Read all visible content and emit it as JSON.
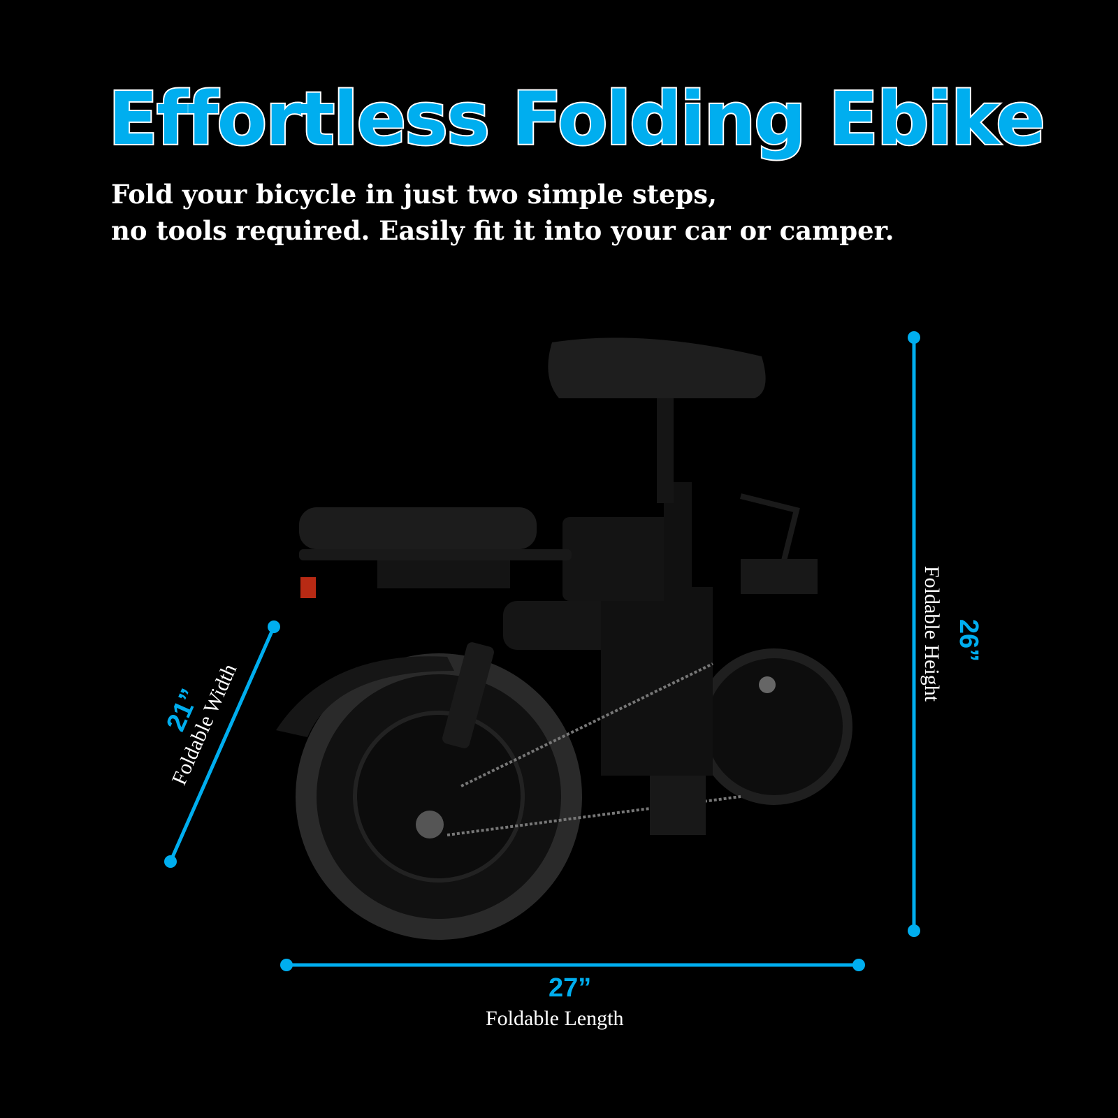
{
  "header": {
    "title": "Effortless Folding Ebike",
    "subtitle_line1": "Fold your bicycle in just two simple steps,",
    "subtitle_line2": "no tools required. Easily fit it into your car or camper."
  },
  "dimensions": {
    "width": {
      "value": "21”",
      "label": "Foldable Width"
    },
    "height": {
      "value": "26”",
      "label": "Foldable Height"
    },
    "length": {
      "value": "27”",
      "label": "Foldable Length"
    }
  },
  "colors": {
    "accent": "#00aeef",
    "background": "#000000",
    "text": "#ffffff"
  }
}
